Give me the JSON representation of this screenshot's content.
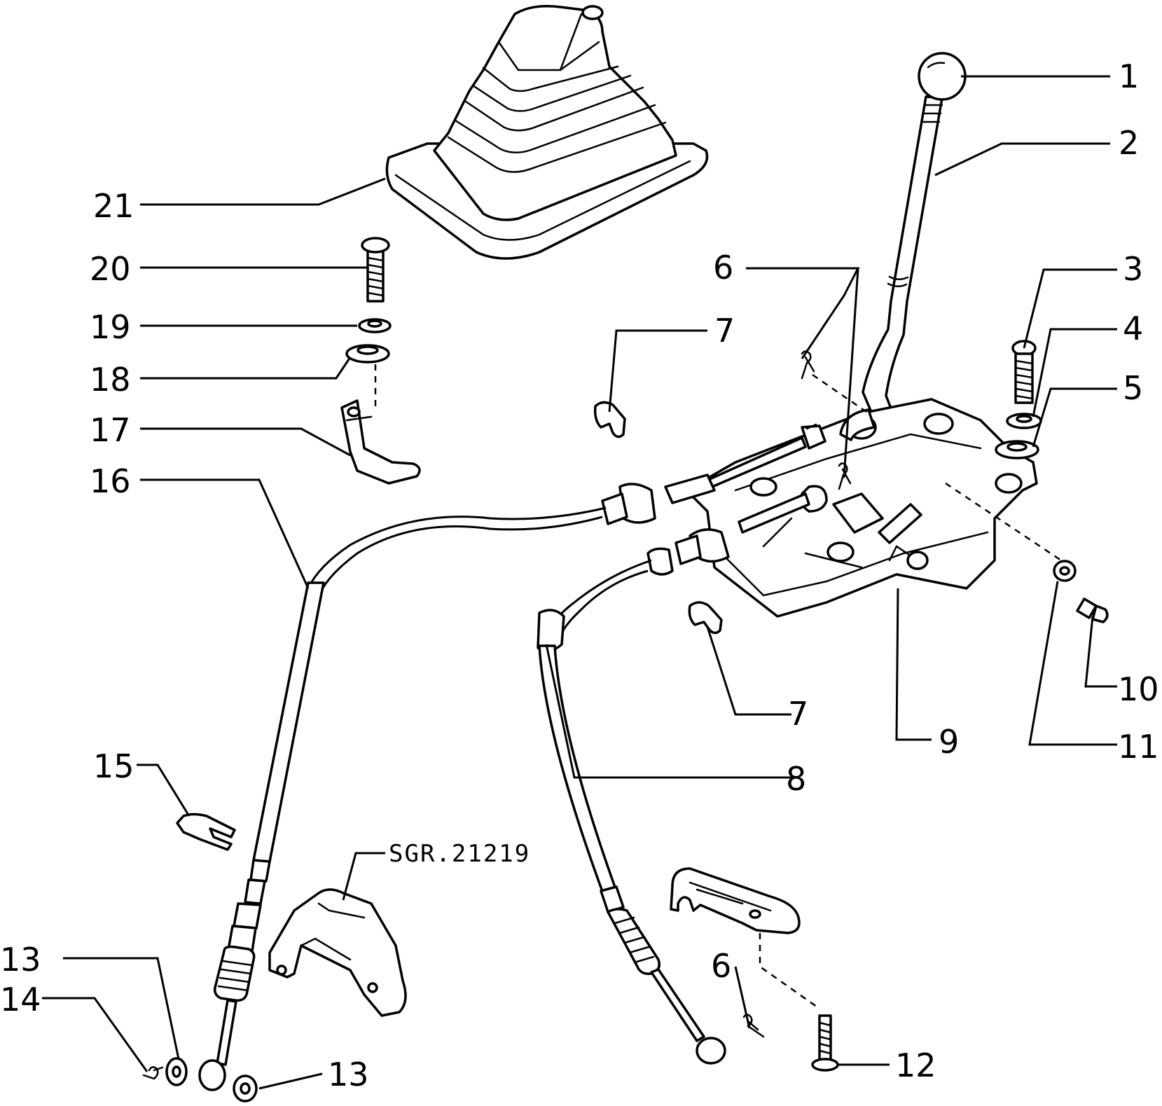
{
  "diagram": {
    "reference": "SGR.21219",
    "callouts": [
      {
        "id": "c1",
        "label": "1"
      },
      {
        "id": "c2",
        "label": "2"
      },
      {
        "id": "c3",
        "label": "3"
      },
      {
        "id": "c4",
        "label": "4"
      },
      {
        "id": "c5",
        "label": "5"
      },
      {
        "id": "c6a",
        "label": "6"
      },
      {
        "id": "c6b",
        "label": "6"
      },
      {
        "id": "c7a",
        "label": "7"
      },
      {
        "id": "c7b",
        "label": "7"
      },
      {
        "id": "c8",
        "label": "8"
      },
      {
        "id": "c9",
        "label": "9"
      },
      {
        "id": "c10",
        "label": "10"
      },
      {
        "id": "c11",
        "label": "11"
      },
      {
        "id": "c12",
        "label": "12"
      },
      {
        "id": "c13a",
        "label": "13"
      },
      {
        "id": "c13b",
        "label": "13"
      },
      {
        "id": "c14",
        "label": "14"
      },
      {
        "id": "c15",
        "label": "15"
      },
      {
        "id": "c16",
        "label": "16"
      },
      {
        "id": "c17",
        "label": "17"
      },
      {
        "id": "c18",
        "label": "18"
      },
      {
        "id": "c19",
        "label": "19"
      },
      {
        "id": "c20",
        "label": "20"
      },
      {
        "id": "c21",
        "label": "21"
      }
    ]
  }
}
